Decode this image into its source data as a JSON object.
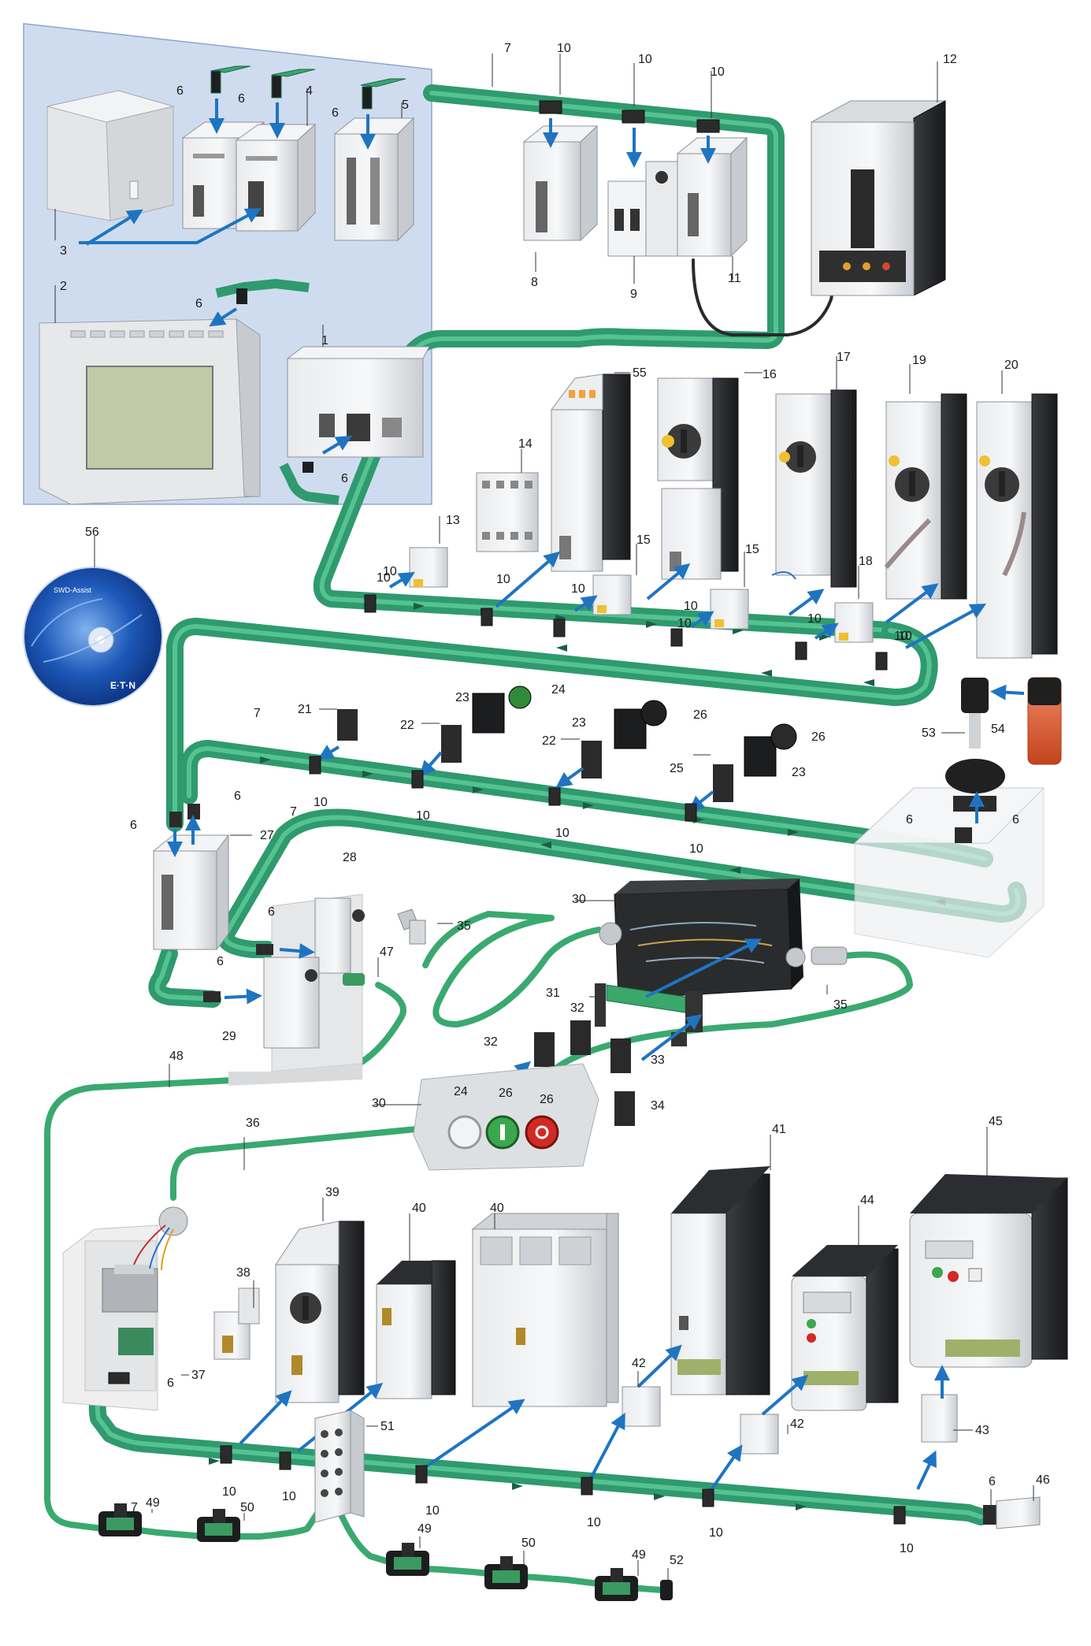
{
  "cd": {
    "brand": "SWD-Assist",
    "logo": "E·T·N"
  },
  "callouts": [
    {
      "id": "c1",
      "text": "1"
    },
    {
      "id": "c2",
      "text": "2"
    },
    {
      "id": "c3",
      "text": "3"
    },
    {
      "id": "c4",
      "text": "4"
    },
    {
      "id": "c5",
      "text": "5"
    },
    {
      "id": "c6a",
      "text": "6"
    },
    {
      "id": "c6b",
      "text": "6"
    },
    {
      "id": "c6c",
      "text": "6"
    },
    {
      "id": "c6d",
      "text": "6"
    },
    {
      "id": "c6e",
      "text": "6"
    },
    {
      "id": "c6f",
      "text": "6"
    },
    {
      "id": "c6g",
      "text": "6"
    },
    {
      "id": "c6h",
      "text": "6"
    },
    {
      "id": "c6i",
      "text": "6"
    },
    {
      "id": "c6j",
      "text": "6"
    },
    {
      "id": "c6k",
      "text": "6"
    },
    {
      "id": "c6l",
      "text": "6"
    },
    {
      "id": "c6m",
      "text": "6"
    },
    {
      "id": "c7a",
      "text": "7"
    },
    {
      "id": "c7b",
      "text": "7"
    },
    {
      "id": "c7c",
      "text": "7"
    },
    {
      "id": "c7d",
      "text": "7"
    },
    {
      "id": "c8",
      "text": "8"
    },
    {
      "id": "c9",
      "text": "9"
    },
    {
      "id": "c10a",
      "text": "10"
    },
    {
      "id": "c10b",
      "text": "10"
    },
    {
      "id": "c10c",
      "text": "10"
    },
    {
      "id": "c10d",
      "text": "10"
    },
    {
      "id": "c10e",
      "text": "10"
    },
    {
      "id": "c10f",
      "text": "10"
    },
    {
      "id": "c10g",
      "text": "10"
    },
    {
      "id": "c10h",
      "text": "10"
    },
    {
      "id": "c10i",
      "text": "10"
    },
    {
      "id": "c10j",
      "text": "10"
    },
    {
      "id": "c10k",
      "text": "10"
    },
    {
      "id": "c10l",
      "text": "10"
    },
    {
      "id": "c10m",
      "text": "10"
    },
    {
      "id": "c10n",
      "text": "10"
    },
    {
      "id": "c10o",
      "text": "10"
    },
    {
      "id": "c10p",
      "text": "10"
    },
    {
      "id": "c10q",
      "text": "10"
    },
    {
      "id": "c10r",
      "text": "10"
    },
    {
      "id": "c10s",
      "text": "10"
    },
    {
      "id": "c10t",
      "text": "10"
    },
    {
      "id": "c10u",
      "text": "10"
    },
    {
      "id": "c10v",
      "text": "10"
    },
    {
      "id": "c11",
      "text": "11"
    },
    {
      "id": "c12",
      "text": "12"
    },
    {
      "id": "c13",
      "text": "13"
    },
    {
      "id": "c14",
      "text": "14"
    },
    {
      "id": "c15a",
      "text": "15"
    },
    {
      "id": "c15b",
      "text": "15"
    },
    {
      "id": "c16",
      "text": "16"
    },
    {
      "id": "c17",
      "text": "17"
    },
    {
      "id": "c18",
      "text": "18"
    },
    {
      "id": "c19",
      "text": "19"
    },
    {
      "id": "c20",
      "text": "20"
    },
    {
      "id": "c21",
      "text": "21"
    },
    {
      "id": "c22a",
      "text": "22"
    },
    {
      "id": "c22b",
      "text": "22"
    },
    {
      "id": "c23a",
      "text": "23"
    },
    {
      "id": "c23b",
      "text": "23"
    },
    {
      "id": "c23c",
      "text": "23"
    },
    {
      "id": "c24a",
      "text": "24"
    },
    {
      "id": "c24b",
      "text": "24"
    },
    {
      "id": "c25",
      "text": "25"
    },
    {
      "id": "c26a",
      "text": "26"
    },
    {
      "id": "c26b",
      "text": "26"
    },
    {
      "id": "c26c",
      "text": "26"
    },
    {
      "id": "c26d",
      "text": "26"
    },
    {
      "id": "c27",
      "text": "27"
    },
    {
      "id": "c28",
      "text": "28"
    },
    {
      "id": "c29",
      "text": "29"
    },
    {
      "id": "c30a",
      "text": "30"
    },
    {
      "id": "c30b",
      "text": "30"
    },
    {
      "id": "c31",
      "text": "31"
    },
    {
      "id": "c32a",
      "text": "32"
    },
    {
      "id": "c32b",
      "text": "32"
    },
    {
      "id": "c33",
      "text": "33"
    },
    {
      "id": "c34",
      "text": "34"
    },
    {
      "id": "c35a",
      "text": "35"
    },
    {
      "id": "c35b",
      "text": "35"
    },
    {
      "id": "c36",
      "text": "36"
    },
    {
      "id": "c37",
      "text": "37"
    },
    {
      "id": "c38",
      "text": "38"
    },
    {
      "id": "c39",
      "text": "39"
    },
    {
      "id": "c40a",
      "text": "40"
    },
    {
      "id": "c40b",
      "text": "40"
    },
    {
      "id": "c41",
      "text": "41"
    },
    {
      "id": "c42a",
      "text": "42"
    },
    {
      "id": "c42b",
      "text": "42"
    },
    {
      "id": "c43",
      "text": "43"
    },
    {
      "id": "c44",
      "text": "44"
    },
    {
      "id": "c45",
      "text": "45"
    },
    {
      "id": "c46",
      "text": "46"
    },
    {
      "id": "c47",
      "text": "47"
    },
    {
      "id": "c48",
      "text": "48"
    },
    {
      "id": "c49a",
      "text": "49"
    },
    {
      "id": "c49b",
      "text": "49"
    },
    {
      "id": "c49c",
      "text": "49"
    },
    {
      "id": "c50a",
      "text": "50"
    },
    {
      "id": "c50b",
      "text": "50"
    },
    {
      "id": "c51",
      "text": "51"
    },
    {
      "id": "c52",
      "text": "52"
    },
    {
      "id": "c53",
      "text": "53"
    },
    {
      "id": "c54",
      "text": "54"
    },
    {
      "id": "c55",
      "text": "55"
    },
    {
      "id": "c56",
      "text": "56"
    }
  ]
}
